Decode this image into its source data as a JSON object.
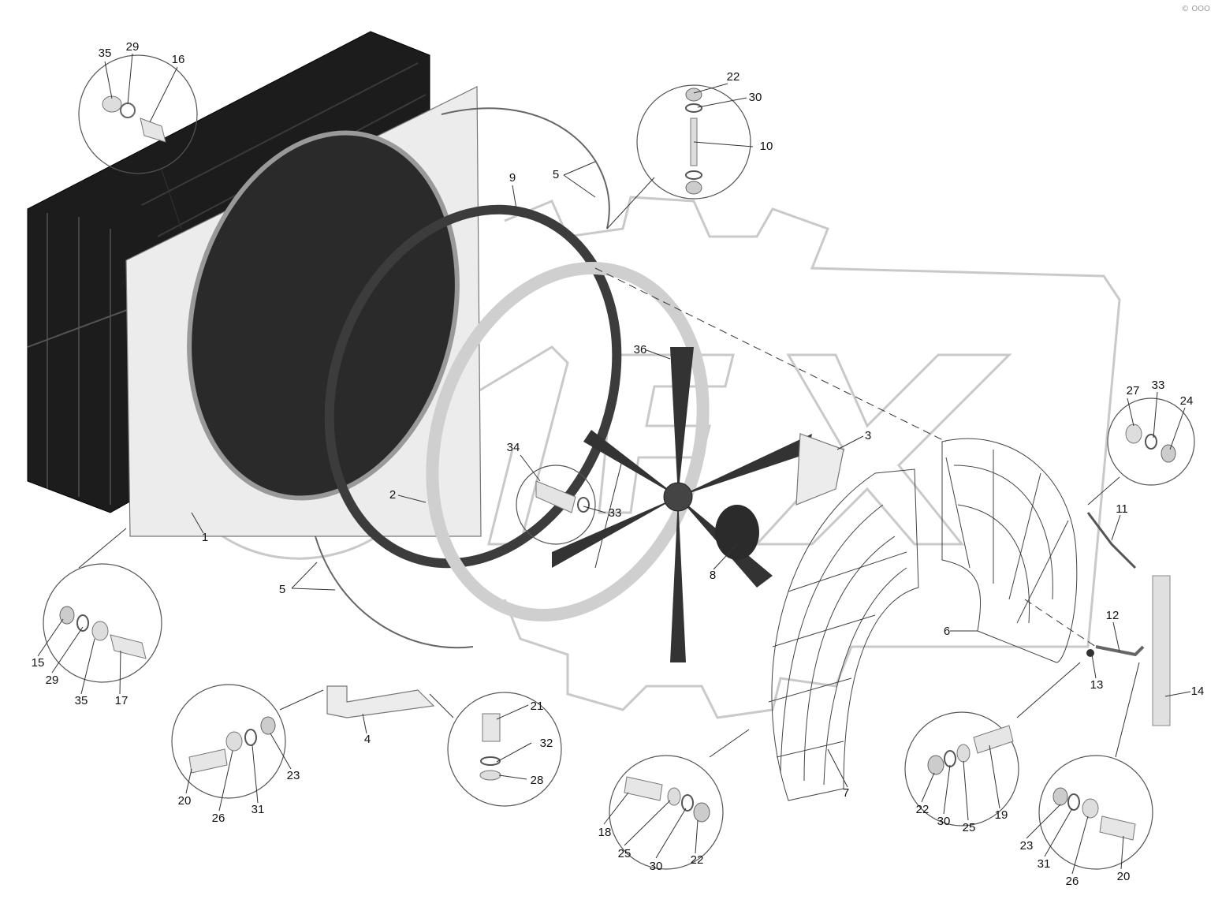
{
  "watermark": {
    "brand_corner_text": "© ООО"
  },
  "callouts": {
    "c1": "1",
    "c2": "2",
    "c3": "3",
    "c4": "4",
    "c5a": "5",
    "c5b": "5",
    "c6": "6",
    "c7": "7",
    "c8": "8",
    "c9": "9",
    "c10": "10",
    "c11": "11",
    "c12": "12",
    "c13": "13",
    "c14": "14",
    "c15": "15",
    "c16": "16",
    "c17": "17",
    "c18": "18",
    "c19": "19",
    "c20a": "20",
    "c20b": "20",
    "c21": "21",
    "c22a": "22",
    "c22b": "22",
    "c22c": "22",
    "c23a": "23",
    "c23b": "23",
    "c24": "24",
    "c25a": "25",
    "c25b": "25",
    "c26a": "26",
    "c26b": "26",
    "c27": "27",
    "c28": "28",
    "c29a": "29",
    "c29b": "29",
    "c30a": "30",
    "c30b": "30",
    "c30c": "30",
    "c31a": "31",
    "c31b": "31",
    "c32": "32",
    "c33a": "33",
    "c33b": "33",
    "c34": "34",
    "c35a": "35",
    "c35b": "35",
    "c36": "36"
  }
}
